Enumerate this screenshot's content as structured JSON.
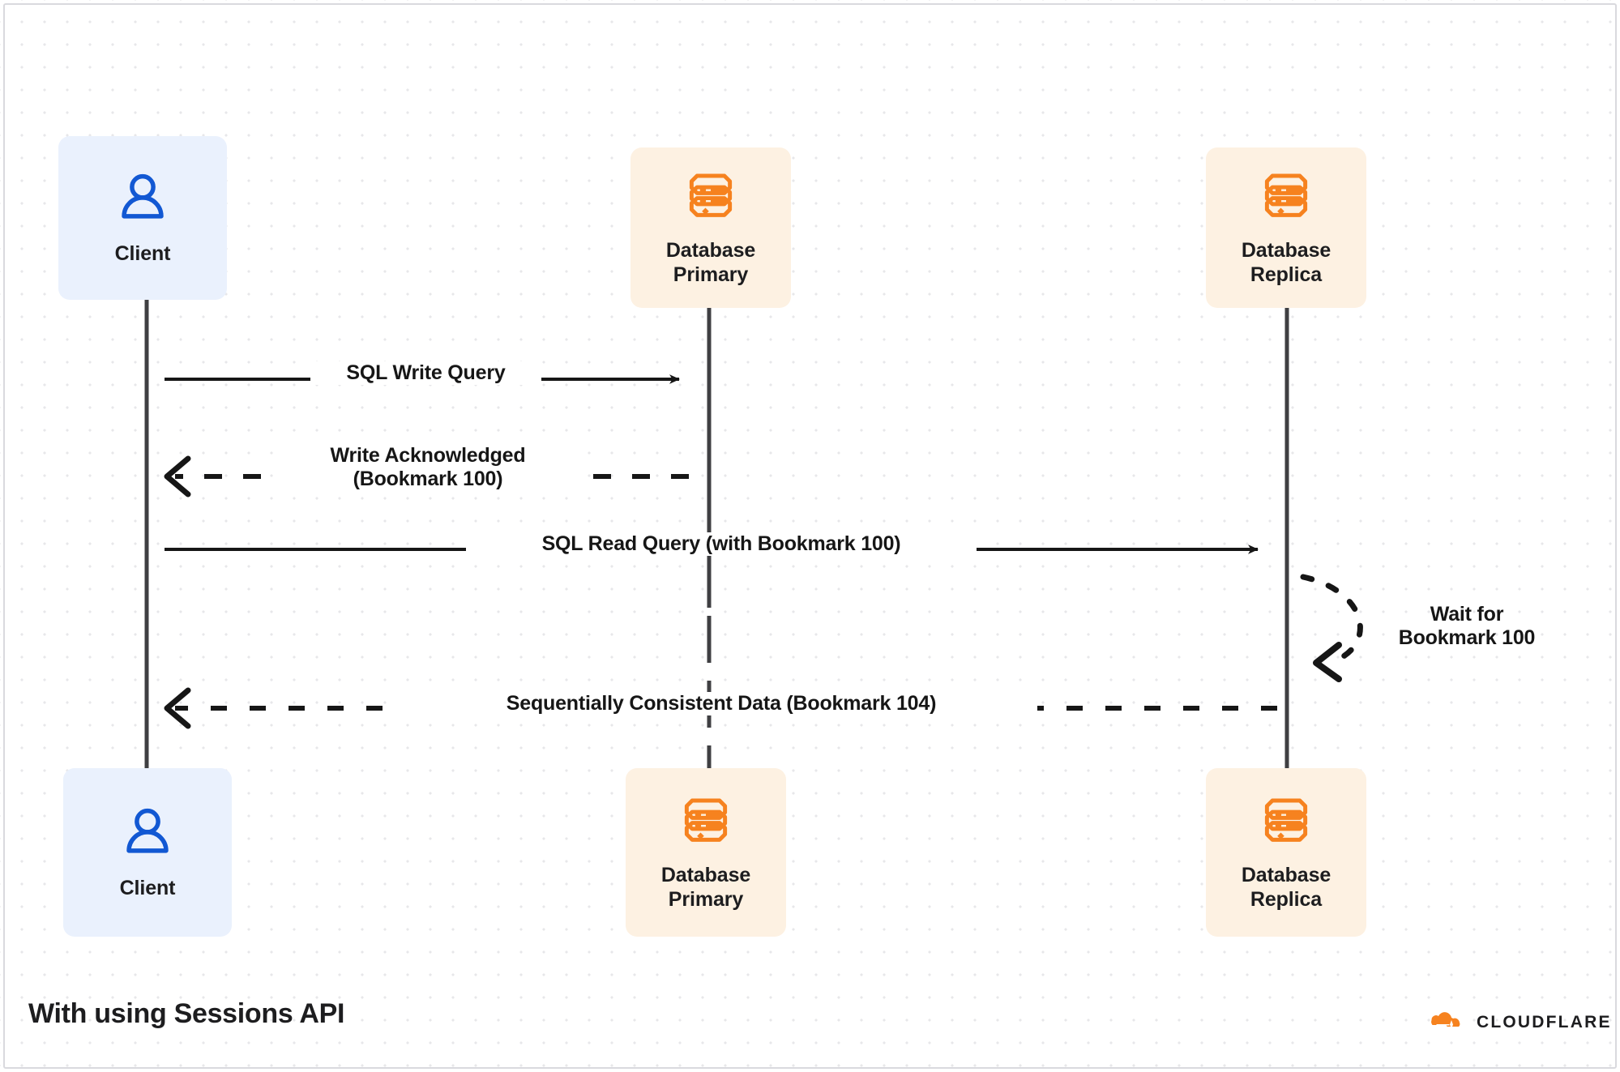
{
  "diagram": {
    "title": "With using Sessions API",
    "type": "sequence-diagram",
    "background": "#ffffff",
    "colors": {
      "client_box": "#eaf1fd",
      "client_icon": "#1258d3",
      "db_box": "#fdf1e2",
      "db_icon": "#f6821f",
      "line": "#3f3f42",
      "text": "#1d1d1f",
      "grid_dot": "#e7e7ea",
      "cloudflare_orange": "#f6821f"
    }
  },
  "actors": {
    "top": [
      {
        "id": "client-top",
        "label": "Client",
        "icon": "user-icon",
        "kind": "client"
      },
      {
        "id": "db-primary-top",
        "label": "Database\nPrimary",
        "icon": "database-icon",
        "kind": "db"
      },
      {
        "id": "db-replica-top",
        "label": "Database\nReplica",
        "icon": "database-icon",
        "kind": "db"
      }
    ],
    "bottom": [
      {
        "id": "client-bottom",
        "label": "Client",
        "icon": "user-icon",
        "kind": "client"
      },
      {
        "id": "db-primary-bottom",
        "label": "Database\nPrimary",
        "icon": "database-icon",
        "kind": "db"
      },
      {
        "id": "db-replica-bottom",
        "label": "Database\nReplica",
        "icon": "database-icon",
        "kind": "db"
      }
    ]
  },
  "messages": [
    {
      "id": "msg-sql-write-query",
      "label": "SQL Write Query",
      "from": "client",
      "to": "db-primary",
      "style": "solid",
      "arrow": "filled-right"
    },
    {
      "id": "msg-write-acknowledged",
      "label": "Write Acknowledged\n(Bookmark 100)",
      "from": "db-primary",
      "to": "client",
      "style": "dashed",
      "arrow": "open-left"
    },
    {
      "id": "msg-sql-read-query",
      "label": "SQL Read Query (with Bookmark 100)",
      "from": "client",
      "to": "db-replica",
      "style": "solid",
      "arrow": "filled-right"
    },
    {
      "id": "msg-wait-for-bookmark",
      "label": "Wait for\nBookmark 100",
      "from": "db-replica",
      "to": "db-replica",
      "style": "dashed",
      "arrow": "open-left",
      "self_loop": true
    },
    {
      "id": "msg-sequentially-consistent-data",
      "label": "Sequentially Consistent Data (Bookmark 104)",
      "from": "db-replica",
      "to": "client",
      "style": "dashed",
      "arrow": "open-left"
    }
  ],
  "footer": {
    "caption": "With using Sessions API",
    "brand": "CLOUDFLARE",
    "brand_icon": "cloudflare-cloud-icon"
  }
}
